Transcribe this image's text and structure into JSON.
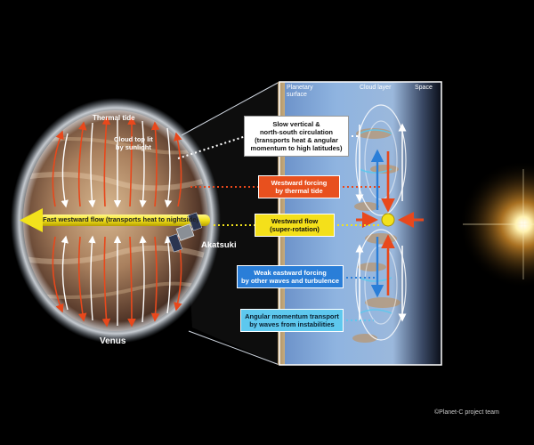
{
  "labels": {
    "thermal_tide": "Thermal tide",
    "cloud_top": "Cloud top lit\nby sunlight",
    "fast_flow": "Fast westward flow (transports heat to nightside)",
    "akatsuki": "Akatsuki",
    "venus": "Venus",
    "credit": "©Planet-C project team"
  },
  "panel": {
    "header_surface": "Planetary\nsurface",
    "header_cloud": "Cloud layer",
    "header_space": "Space"
  },
  "boxes": {
    "slow_vertical": "Slow vertical &\nnorth-south circulation\n(transports heat & angular\nmomentum to high latitudes)",
    "westward_forcing": "Westward forcing\nby thermal tide",
    "westward_flow": "Westward flow\n(super-rotation)",
    "weak_eastward": "Weak eastward forcing\nby other waves and turbulence",
    "angular_momentum": "Angular momentum transport\nby waves from instabilities"
  },
  "colors": {
    "slow_box": "#ffffff",
    "westward_forcing_box": "#e8501e",
    "westward_flow_box": "#f4e01a",
    "weak_eastward_box": "#2a7ed8",
    "angular_box": "#5ec8ee",
    "flow_yellow": "#f2e21c",
    "tide_red": "#e8481c"
  },
  "icons": [
    "sun-glow-icon",
    "akatsuki-spacecraft-icon"
  ]
}
